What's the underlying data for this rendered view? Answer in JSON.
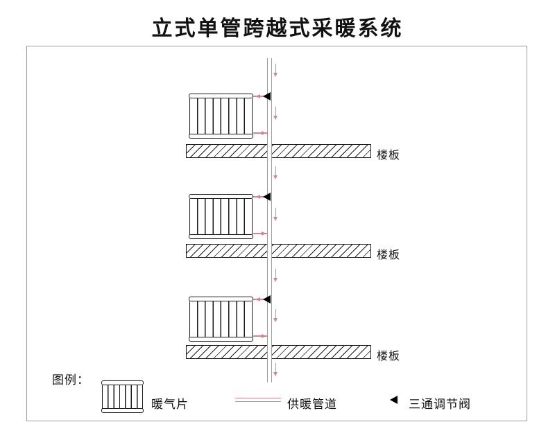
{
  "title": "立式单管跨越式采暖系统",
  "diagram": {
    "floors": [
      {
        "slab_label": "楼板"
      },
      {
        "slab_label": "楼板"
      },
      {
        "slab_label": "楼板"
      }
    ]
  },
  "legend": {
    "title": "图例：",
    "items": [
      {
        "icon": "radiator-icon",
        "label": "暖气片"
      },
      {
        "icon": "supply-pipe-icon",
        "label": "供暖管道"
      },
      {
        "icon": "three-way-valve-icon",
        "label": "三通调节阀"
      }
    ]
  },
  "colors": {
    "pipe": "#d4858f",
    "ink": "#1a1a1a",
    "frame": "#9a9a9a"
  }
}
